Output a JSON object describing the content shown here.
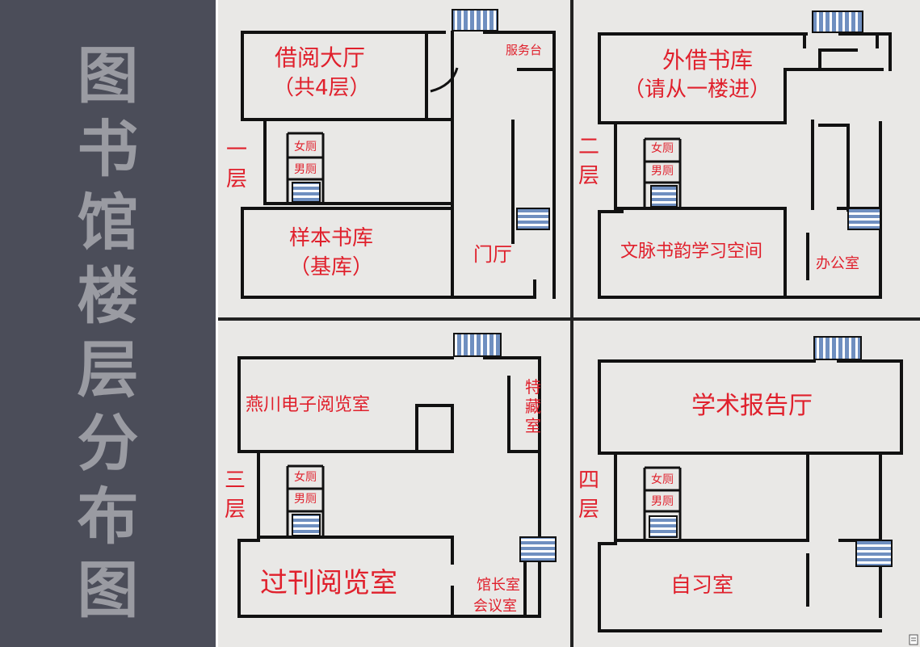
{
  "sidebar": {
    "title_chars": [
      "图",
      "书",
      "馆",
      "楼",
      "层",
      "分",
      "布",
      "图"
    ]
  },
  "floors": {
    "f1": {
      "floor_label": [
        "一",
        "层"
      ],
      "rooms": {
        "reading_hall": "借阅大厅",
        "reading_hall_note": "（共4层）",
        "service_desk": "服务台",
        "female_wc": "女厕",
        "male_wc": "男厕",
        "sample_stacks": "样本书库",
        "sample_stacks_note": "（基库）",
        "lobby": "门厅"
      }
    },
    "f2": {
      "floor_label": [
        "二",
        "层"
      ],
      "rooms": {
        "lending_stacks": "外借书库",
        "lending_stacks_note": "（请从一楼进）",
        "female_wc": "女厕",
        "male_wc": "男厕",
        "study_space": "文脉书韵学习空间",
        "office": "办公室"
      }
    },
    "f3": {
      "floor_label": [
        "三",
        "层"
      ],
      "rooms": {
        "e_reading": "燕川电子阅览室",
        "special_collection": [
          "特",
          "藏",
          "室"
        ],
        "female_wc": "女厕",
        "male_wc": "男厕",
        "periodicals": "过刊阅览室",
        "director_office": "馆长室",
        "meeting_room": "会议室"
      }
    },
    "f4": {
      "floor_label": [
        "四",
        "层"
      ],
      "rooms": {
        "lecture_hall": "学术报告厅",
        "female_wc": "女厕",
        "male_wc": "男厕",
        "self_study": "自习室"
      }
    }
  },
  "colors": {
    "sidebar_bg": "#4b4d59",
    "sidebar_text": "#9a9ba2",
    "board_bg": "#e9e8e6",
    "label_red": "#e0202c",
    "stairs_blue": "#6f8fc0",
    "wall": "#111111"
  }
}
